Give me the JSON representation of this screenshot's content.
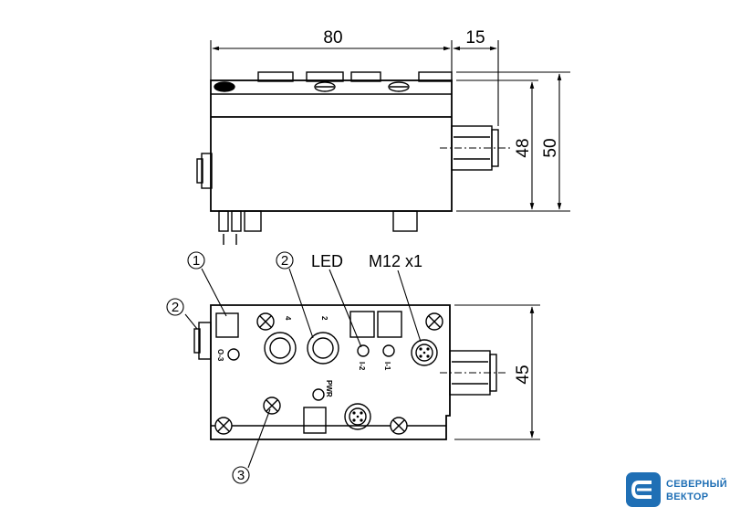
{
  "dimensions": {
    "length": "80",
    "connector_depth": "15",
    "body_height": "48",
    "total_height": "50",
    "width": "45"
  },
  "labels": {
    "led": "LED",
    "thread": "M12 x1",
    "port_4": "4",
    "port_2": "2",
    "out_3": "O-3",
    "in_2": "I-2",
    "in_1": "I-1",
    "pwr": "PWR"
  },
  "callouts": {
    "c1": "1",
    "c2_top": "2",
    "c2_left": "2",
    "c3": "3"
  },
  "logo": {
    "line1": "СЕВЕРНЫЙ",
    "line2": "ВЕКТОР",
    "color": "#1f6fb5"
  }
}
